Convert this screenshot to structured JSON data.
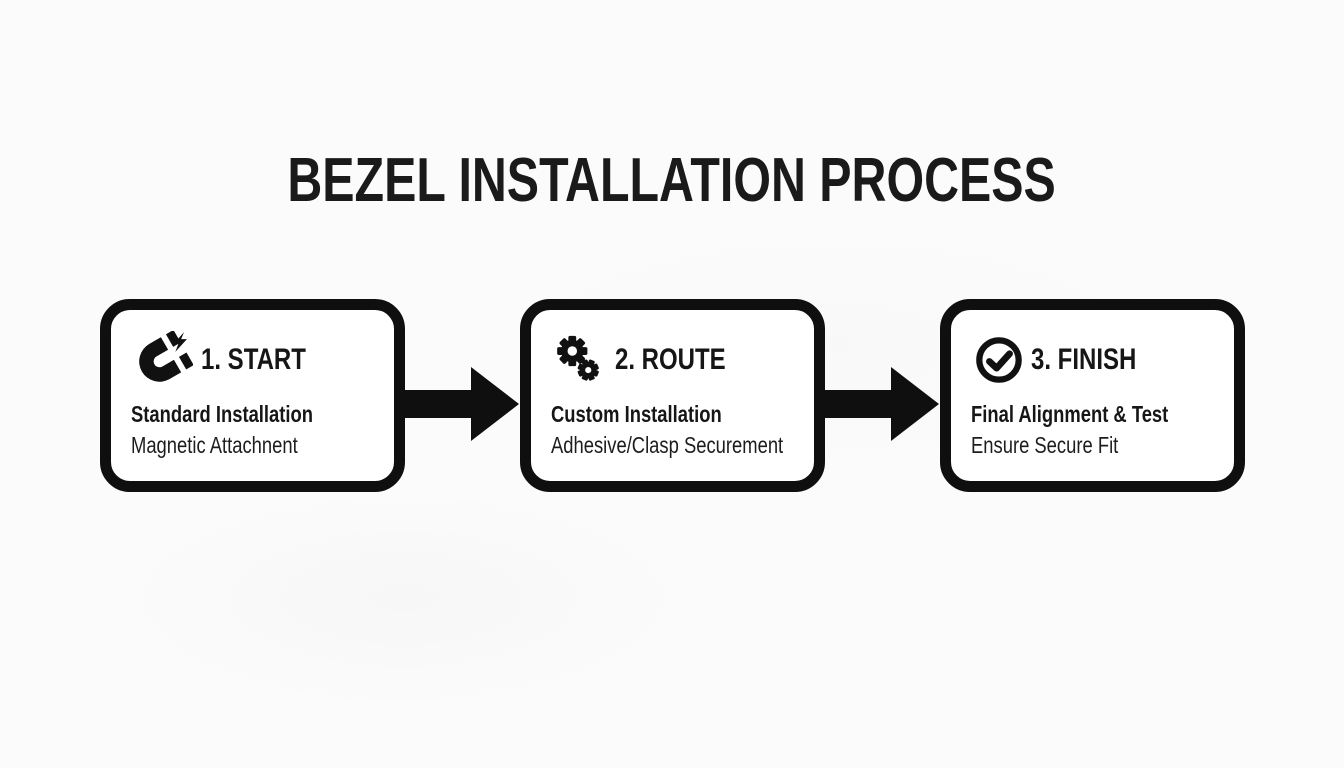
{
  "title": "BEZEL INSTALLATION PROCESS",
  "steps": [
    {
      "icon": "magnet-icon",
      "label": "1. START",
      "line1": "Standard Installation",
      "line2": "Magnetic Attachnent"
    },
    {
      "icon": "gears-icon",
      "label": "2. ROUTE",
      "line1": "Custom Installation",
      "line2": "Adhesive/Clasp Securement"
    },
    {
      "icon": "check-circle-icon",
      "label": "3. FINISH",
      "line1": "Final Alignment & Test",
      "line2": "Ensure Secure Fit"
    }
  ],
  "colors": {
    "ink": "#111111",
    "box_border": "#0f0f0f",
    "box_fill": "#ffffff",
    "background": "#fbfbfb"
  }
}
